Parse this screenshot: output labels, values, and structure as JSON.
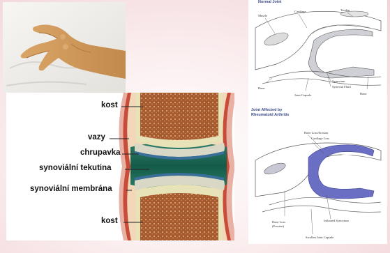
{
  "photo": {
    "subject": "hand-photo"
  },
  "joint_diagram": {
    "labels": [
      {
        "id": "kost_top",
        "text": "kost"
      },
      {
        "id": "vazy",
        "text": "vazy"
      },
      {
        "id": "chrupavka",
        "text": "chrupavka"
      },
      {
        "id": "tekutina",
        "text": "synoviální tekutina"
      },
      {
        "id": "membrana",
        "text": "synoviální membrána"
      },
      {
        "id": "kost_bottom",
        "text": "kost"
      }
    ],
    "colors": {
      "bone": "#a55a2e",
      "bone_speckle": "#d9a27a",
      "cartilage": "#e8e2b8",
      "cartilage_blue": "#3a6f9a",
      "fluid": "#1d6b58",
      "capsule": "#c74d3a"
    }
  },
  "ref_top": {
    "title": "Normal Joint",
    "labels": {
      "muscle": "Muscle",
      "cartilage": "Cartilage",
      "tendon": "Tendon",
      "bone": "Bone",
      "joint_capsule": "Joint Capsule",
      "synovium": "Synovium",
      "synovial_fluid": "Synovial Fluid",
      "bone_r": "Bone"
    }
  },
  "ref_bottom": {
    "title_1": "Joint Affected by",
    "title_2": "Rheumatoid Arthritis",
    "labels": {
      "bone_loss_top": "Bone Loss/Erosion",
      "cartilage_loss": "Cartilage Loss",
      "bone_loss": "Bone Loss",
      "erosion": "(Erosion)",
      "inflamed_synovium": "Inflamed Synovium",
      "swollen_capsule": "Swollen Joint Capsule"
    }
  }
}
